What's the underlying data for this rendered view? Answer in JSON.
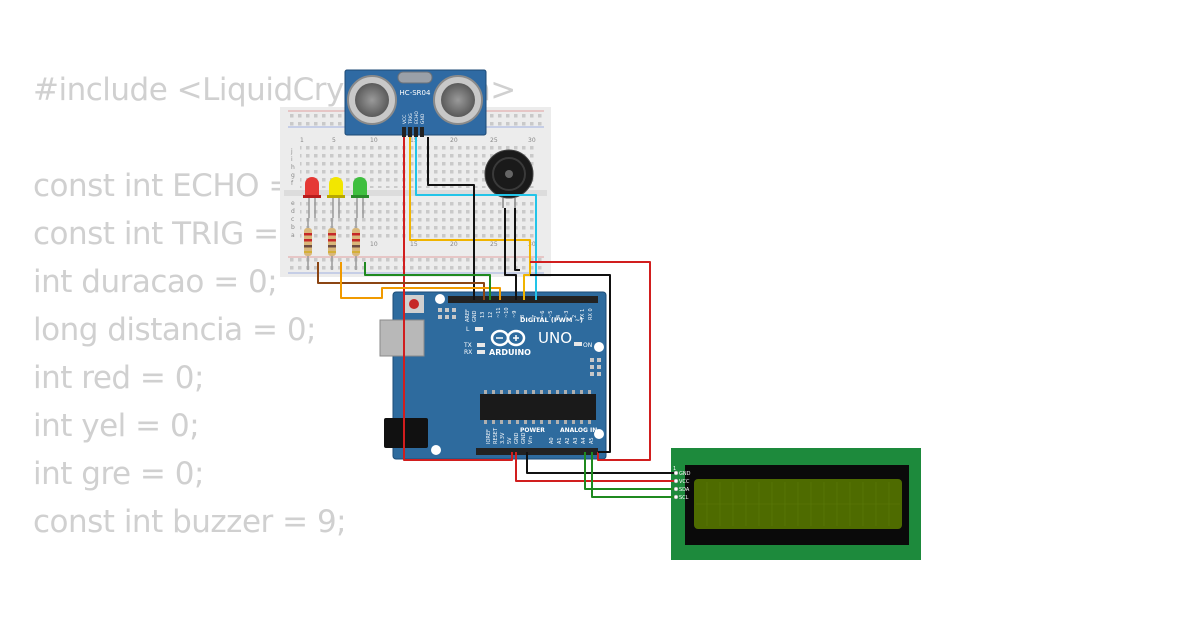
{
  "code_lines": [
    "#include <LiquidCrystal_I2C.h>",
    "",
    "const int ECHO = 7;",
    "const int TRIG = 8;",
    "int duracao = 0;",
    "long distancia = 0;",
    "int red = 0;",
    "int yel = 0;",
    "int gre = 0;",
    "const int buzzer = 9;"
  ],
  "sensor": {
    "model": "HC-SR04",
    "pins": [
      "VCC",
      "TRIG",
      "ECHO",
      "GND"
    ]
  },
  "breadboard": {
    "col_numbers_top": [
      "1",
      "5",
      "10",
      "15",
      "20",
      "25",
      "30"
    ],
    "col_numbers_bottom": [
      "10",
      "15",
      "20",
      "25",
      "30"
    ],
    "row_letters_top": [
      "j",
      "i",
      "h",
      "g",
      "f"
    ],
    "row_letters_bottom": [
      "e",
      "d",
      "c",
      "b",
      "a"
    ]
  },
  "leds": [
    {
      "color": "red",
      "fill": "#e53935"
    },
    {
      "color": "yellow",
      "fill": "#f2e600"
    },
    {
      "color": "green",
      "fill": "#3fbf3f"
    }
  ],
  "arduino": {
    "brand": "ARDUINO",
    "model": "UNO",
    "digital_label": "DIGITAL (PWM ~)",
    "on_label": "ON",
    "l_label": "L",
    "tx_label": "TX",
    "rx_label": "RX",
    "aref": "AREF",
    "gnd": "GND",
    "digital_pins": [
      "13",
      "12",
      "~11",
      "~10",
      "~9",
      "8",
      "7",
      "~6",
      "~5",
      "4",
      "~3",
      "2",
      "TX 1",
      "RX 0"
    ],
    "power_label": "POWER",
    "analog_label": "ANALOG IN",
    "power_pins": [
      "IOREF",
      "RESET",
      "3.3V",
      "5V",
      "GND",
      "GND",
      "Vin"
    ],
    "analog_pins": [
      "A0",
      "A1",
      "A2",
      "A3",
      "A4",
      "A5"
    ]
  },
  "lcd": {
    "pins": [
      "GND",
      "VCC",
      "SDA",
      "SCL"
    ],
    "pin_number": "1"
  },
  "colors": {
    "board_blue": "#2e6b9e",
    "sensor_blue": "#2f6aa3",
    "lcd_green": "#1d8a3c",
    "lcd_screen": "#4e6b00",
    "wire_red": "#d11e1e",
    "wire_black": "#111111",
    "wire_yellow": "#f0b400",
    "wire_cyan": "#22c4e8",
    "wire_green": "#1f8a1f",
    "wire_orange": "#f09a00",
    "wire_brown": "#8b4513"
  }
}
